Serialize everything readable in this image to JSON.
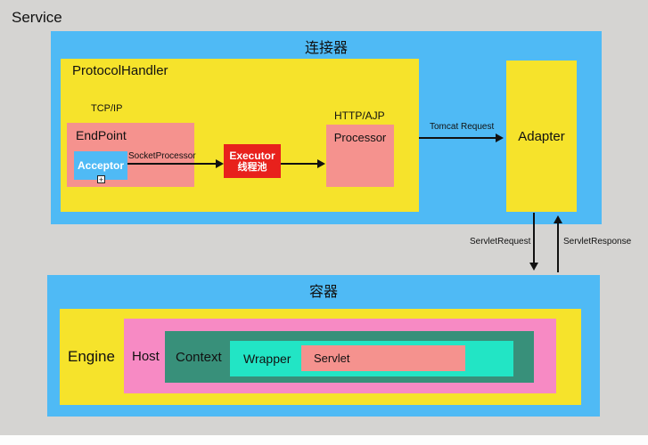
{
  "page": {
    "service_label": "Service"
  },
  "connector": {
    "title": "连接器",
    "protocol_handler": {
      "title": "ProtocolHandler",
      "tcp_ip_label": "TCP/IP",
      "endpoint": {
        "title": "EndPoint",
        "acceptor_label": "Acceptor",
        "plus_icon_glyph": "+"
      },
      "socket_processor_label": "SocketProcessor",
      "executor": {
        "line1": "Executor",
        "line2": "线程池"
      },
      "http_ajp_label": "HTTP/AJP",
      "processor_label": "Processor"
    },
    "tomcat_request_label": "Tomcat Request",
    "adapter_label": "Adapter"
  },
  "flows": {
    "servlet_request_label": "ServletRequest",
    "servlet_response_label": "ServletResponse"
  },
  "container": {
    "title": "容器",
    "engine_label": "Engine",
    "host_label": "Host",
    "context_label": "Context",
    "wrapper_label": "Wrapper",
    "servlet_label": "Servlet"
  },
  "colors": {
    "background_gray": "#d5d4d2",
    "panel_blue": "#4fbaf5",
    "panel_yellow": "#f6e32b",
    "salmon": "#f5928e",
    "executor_red": "#e8211c",
    "host_pink": "#f78ac4",
    "context_teal": "#38907a",
    "wrapper_turquoise": "#22e5c5",
    "arrow_black": "#111111"
  }
}
